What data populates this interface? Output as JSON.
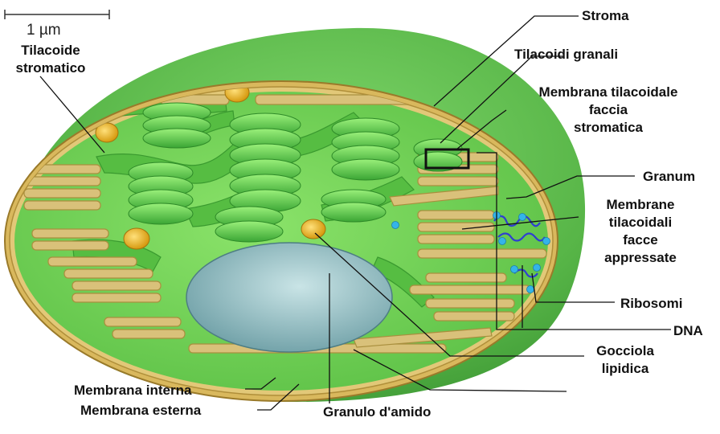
{
  "scale_bar": "1 µm",
  "labels": {
    "tilacoide_stromatico": [
      "Tilacoide",
      "stromatico"
    ],
    "stroma": "Stroma",
    "tilacoidi_granali": "Tilacoidi granali",
    "membrana_tilacoidale_stromatica": [
      "Membrana tilacoidale",
      "faccia",
      "stromatica"
    ],
    "granum": "Granum",
    "membrane_appressate": [
      "Membrane",
      "tilacoidali",
      "facce",
      "appressate"
    ],
    "ribosomi": "Ribosomi",
    "dna": "DNA",
    "gocciola_lipidica": [
      "Gocciola",
      "lipidica"
    ],
    "membrana_interna": "Membrana interna",
    "membrana_esterna": "Membrana esterna",
    "granulo_amido": "Granulo d'amido"
  },
  "colors": {
    "outer_green": "#58b848",
    "stroma_green": "#79d85a",
    "membrane_tan": "#d9c17a",
    "membrane_edge": "#a98f3e",
    "thylakoid_green": "#4cc040",
    "starch_blue": "#a9cdd2",
    "lipid_yellow": "#e6b21c",
    "dna_blue": "#2f3fd0",
    "ribosome_cyan": "#34b4e8"
  }
}
